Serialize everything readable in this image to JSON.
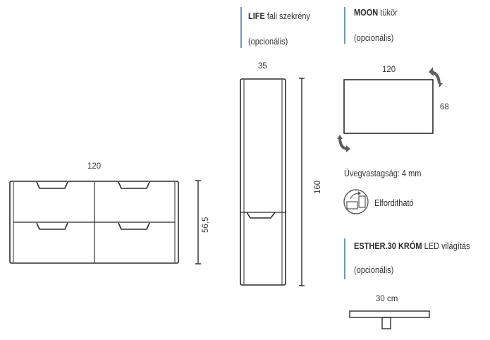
{
  "vanity": {
    "width_label": "120",
    "height_label": "56,5"
  },
  "life": {
    "name": "LIFE",
    "desc": "fali szekrény",
    "optional": "(opcionális)",
    "width_label": "35",
    "height_label": "160"
  },
  "moon": {
    "name": "MOON",
    "desc": "tükör",
    "optional": "(opcionális)",
    "width_label": "120",
    "height_label": "68",
    "glass": "Üvegvastagság: 4 mm",
    "rotatable": "Elforditható"
  },
  "esther": {
    "name": "ESTHER.30 KRÓM",
    "desc": "LED világítás",
    "optional": "(opcionális)",
    "width_label": "30 cm"
  },
  "colors": {
    "accent_bar": "#6f9bb3",
    "line": "#2b2b2b"
  }
}
